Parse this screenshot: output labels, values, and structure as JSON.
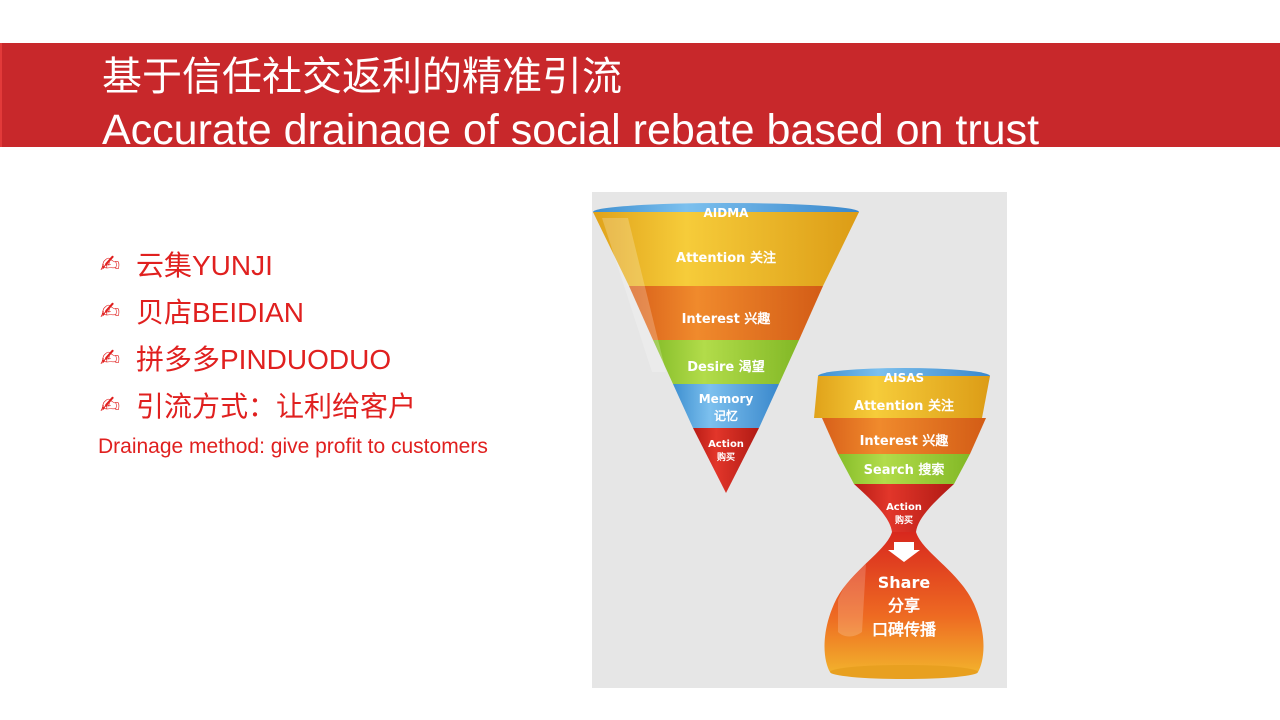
{
  "slide": {
    "title_cn": "基于信任社交返利的精准引流",
    "title_en": "Accurate drainage of social rebate based on trust",
    "bullets": [
      {
        "icon": "writing-hand-icon",
        "text": "云集YUNJI"
      },
      {
        "icon": "writing-hand-icon",
        "text": "贝店BEIDIAN"
      },
      {
        "icon": "writing-hand-icon",
        "text": "拼多多PINDUODUO"
      },
      {
        "icon": "writing-hand-icon",
        "text": "引流方式：让利给客户"
      }
    ],
    "subline": "Drainage method: give profit to customers"
  },
  "figure": {
    "aidma": {
      "title": "AIDMA",
      "attention": "Attention 关注",
      "interest": "Interest  兴趣",
      "desire": "Desire 渴望",
      "memory_en": "Memory",
      "memory_cn": "记忆",
      "action_en": "Action",
      "action_cn": "购买"
    },
    "aisas": {
      "title": "AISAS",
      "attention": "Attention 关注",
      "interest": "Interest 兴趣",
      "search": "Search 搜索",
      "action_en": "Action",
      "action_cn": "购买",
      "share_en": "Share",
      "share_cn": "分享",
      "share_cn2": "口碑传播"
    },
    "colors": {
      "red": "#d42a22",
      "orange": "#e8731f",
      "yellow": "#e9b621",
      "green": "#9ccd36",
      "blue": "#5aa6e0"
    }
  }
}
